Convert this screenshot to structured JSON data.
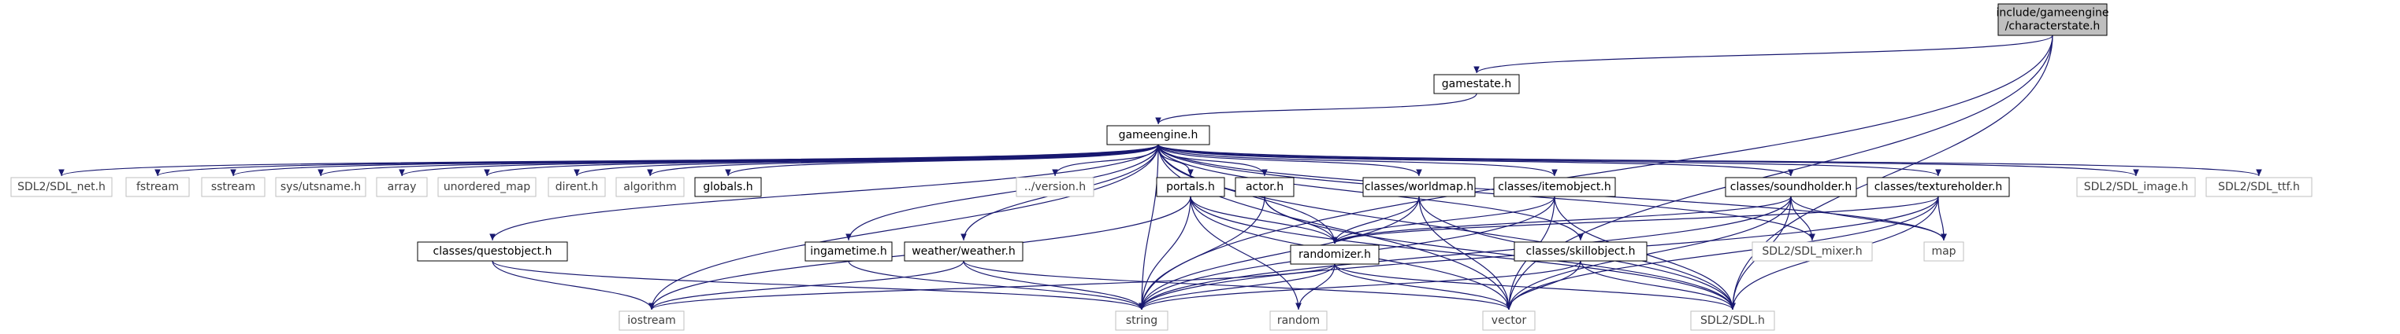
{
  "nodes": {
    "characterstate": {
      "label": [
        "include/gameengine",
        "/characterstate.h"
      ],
      "style": "root"
    },
    "gamestate": {
      "label": [
        "gamestate.h"
      ],
      "style": "black"
    },
    "gameengine": {
      "label": [
        "gameengine.h"
      ],
      "style": "black"
    },
    "sdl_net": {
      "label": [
        "SDL2/SDL_net.h"
      ],
      "style": "grey"
    },
    "fstream": {
      "label": [
        "fstream"
      ],
      "style": "grey"
    },
    "sstream": {
      "label": [
        "sstream"
      ],
      "style": "grey"
    },
    "utsname": {
      "label": [
        "sys/utsname.h"
      ],
      "style": "grey"
    },
    "array": {
      "label": [
        "array"
      ],
      "style": "grey"
    },
    "unordered_map": {
      "label": [
        "unordered_map"
      ],
      "style": "grey"
    },
    "dirent": {
      "label": [
        "dirent.h"
      ],
      "style": "grey"
    },
    "algorithm": {
      "label": [
        "algorithm"
      ],
      "style": "grey"
    },
    "globals": {
      "label": [
        "globals.h"
      ],
      "style": "black"
    },
    "version": {
      "label": [
        "../version.h"
      ],
      "style": "grey"
    },
    "portals": {
      "label": [
        "portals.h"
      ],
      "style": "black"
    },
    "actor": {
      "label": [
        "actor.h"
      ],
      "style": "black"
    },
    "worldmap": {
      "label": [
        "classes/worldmap.h"
      ],
      "style": "black"
    },
    "itemobject": {
      "label": [
        "classes/itemobject.h"
      ],
      "style": "black"
    },
    "soundholder": {
      "label": [
        "classes/soundholder.h"
      ],
      "style": "black"
    },
    "textureholder": {
      "label": [
        "classes/textureholder.h"
      ],
      "style": "black"
    },
    "sdl_image": {
      "label": [
        "SDL2/SDL_image.h"
      ],
      "style": "grey"
    },
    "sdl_ttf": {
      "label": [
        "SDL2/SDL_ttf.h"
      ],
      "style": "grey"
    },
    "questobject": {
      "label": [
        "classes/questobject.h"
      ],
      "style": "black"
    },
    "ingametime": {
      "label": [
        "ingametime.h"
      ],
      "style": "black"
    },
    "weather": {
      "label": [
        "weather/weather.h"
      ],
      "style": "black"
    },
    "randomizer": {
      "label": [
        "randomizer.h"
      ],
      "style": "black"
    },
    "skillobject": {
      "label": [
        "classes/skillobject.h"
      ],
      "style": "black"
    },
    "sdl_mixer": {
      "label": [
        "SDL2/SDL_mixer.h"
      ],
      "style": "grey"
    },
    "map": {
      "label": [
        "map"
      ],
      "style": "grey"
    },
    "iostream": {
      "label": [
        "iostream"
      ],
      "style": "grey"
    },
    "string": {
      "label": [
        "string"
      ],
      "style": "grey"
    },
    "random": {
      "label": [
        "random"
      ],
      "style": "grey"
    },
    "vector": {
      "label": [
        "vector"
      ],
      "style": "grey"
    },
    "sdl": {
      "label": [
        "SDL2/SDL.h"
      ],
      "style": "grey"
    }
  },
  "edges": [
    [
      "characterstate",
      "gamestate"
    ],
    [
      "characterstate",
      "string"
    ],
    [
      "characterstate",
      "vector"
    ],
    [
      "characterstate",
      "sdl"
    ],
    [
      "gamestate",
      "gameengine"
    ],
    [
      "gameengine",
      "sdl_net"
    ],
    [
      "gameengine",
      "fstream"
    ],
    [
      "gameengine",
      "sstream"
    ],
    [
      "gameengine",
      "utsname"
    ],
    [
      "gameengine",
      "array"
    ],
    [
      "gameengine",
      "unordered_map"
    ],
    [
      "gameengine",
      "dirent"
    ],
    [
      "gameengine",
      "algorithm"
    ],
    [
      "gameengine",
      "globals"
    ],
    [
      "gameengine",
      "version"
    ],
    [
      "gameengine",
      "portals"
    ],
    [
      "gameengine",
      "actor"
    ],
    [
      "gameengine",
      "worldmap"
    ],
    [
      "gameengine",
      "itemobject"
    ],
    [
      "gameengine",
      "soundholder"
    ],
    [
      "gameengine",
      "textureholder"
    ],
    [
      "gameengine",
      "sdl_image"
    ],
    [
      "gameengine",
      "sdl_ttf"
    ],
    [
      "gameengine",
      "questobject"
    ],
    [
      "gameengine",
      "ingametime"
    ],
    [
      "gameengine",
      "weather"
    ],
    [
      "gameengine",
      "randomizer"
    ],
    [
      "gameengine",
      "skillobject"
    ],
    [
      "gameengine",
      "sdl_mixer"
    ],
    [
      "gameengine",
      "map"
    ],
    [
      "gameengine",
      "iostream"
    ],
    [
      "gameengine",
      "string"
    ],
    [
      "gameengine",
      "vector"
    ],
    [
      "gameengine",
      "sdl"
    ],
    [
      "questobject",
      "iostream"
    ],
    [
      "questobject",
      "string"
    ],
    [
      "ingametime",
      "string"
    ],
    [
      "weather",
      "iostream"
    ],
    [
      "weather",
      "string"
    ],
    [
      "weather",
      "vector"
    ],
    [
      "portals",
      "iostream"
    ],
    [
      "portals",
      "string"
    ],
    [
      "portals",
      "randomizer"
    ],
    [
      "portals",
      "random"
    ],
    [
      "portals",
      "vector"
    ],
    [
      "portals",
      "sdl"
    ],
    [
      "actor",
      "string"
    ],
    [
      "actor",
      "randomizer"
    ],
    [
      "actor",
      "sdl"
    ],
    [
      "worldmap",
      "string"
    ],
    [
      "worldmap",
      "randomizer"
    ],
    [
      "worldmap",
      "vector"
    ],
    [
      "worldmap",
      "sdl"
    ],
    [
      "itemobject",
      "string"
    ],
    [
      "itemobject",
      "randomizer"
    ],
    [
      "itemobject",
      "vector"
    ],
    [
      "itemobject",
      "sdl"
    ],
    [
      "soundholder",
      "randomizer"
    ],
    [
      "soundholder",
      "sdl_mixer"
    ],
    [
      "soundholder",
      "map"
    ],
    [
      "soundholder",
      "string"
    ],
    [
      "soundholder",
      "vector"
    ],
    [
      "soundholder",
      "sdl"
    ],
    [
      "textureholder",
      "randomizer"
    ],
    [
      "textureholder",
      "map"
    ],
    [
      "textureholder",
      "string"
    ],
    [
      "textureholder",
      "vector"
    ],
    [
      "textureholder",
      "sdl"
    ],
    [
      "randomizer",
      "iostream"
    ],
    [
      "randomizer",
      "string"
    ],
    [
      "randomizer",
      "random"
    ],
    [
      "randomizer",
      "vector"
    ],
    [
      "randomizer",
      "sdl"
    ],
    [
      "skillobject",
      "string"
    ],
    [
      "skillobject",
      "vector"
    ],
    [
      "skillobject",
      "sdl"
    ]
  ],
  "colors": {
    "edge": "#191970",
    "root_fill": "#bfbfbf",
    "root_border": "#000000",
    "node_border": "#000000",
    "external_border": "#bfbfbf",
    "external_text": "#404040",
    "text": "#000000"
  }
}
